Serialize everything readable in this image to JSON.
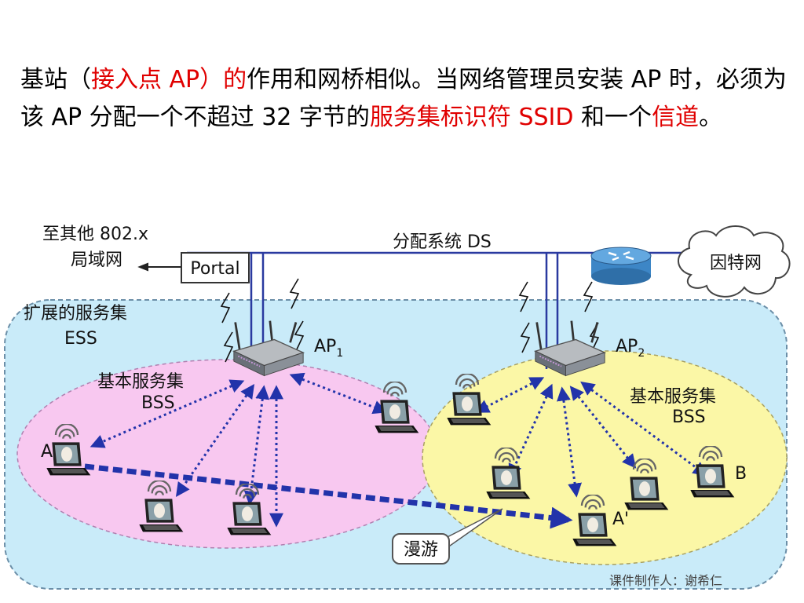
{
  "text": {
    "s1": "基站（",
    "s2": "接入点 AP）的",
    "s3": "作用和网桥相似。当网络管理员安装 AP 时，必须为该 AP 分配一个不超过 32 字节的",
    "s4": "服务集标识符 SSID",
    "s5": " 和一个",
    "s6": "信道",
    "s7": "。"
  },
  "diagram": {
    "lan_label_1": "至其他 802.x",
    "lan_label_2": "局域网",
    "portal": "Portal",
    "ds": "分配系统 DS",
    "internet": "因特网",
    "ess_1": "扩展的服务集",
    "ess_2": "ESS",
    "bss1_1": "基本服务集",
    "bss1_2": "BSS",
    "bss2_1": "基本服务集",
    "bss2_2": "BSS",
    "ap1": "AP",
    "ap1_sub": "1",
    "ap2": "AP",
    "ap2_sub": "2",
    "station_a": "A",
    "station_b": "B",
    "station_a2": "A'",
    "roaming": "漫游"
  },
  "footer": "课件制作人：谢希仁",
  "colors": {
    "highlight": "#e00000",
    "ess_fill": "#c9ebf9",
    "bss1_fill": "#f8c8f0",
    "bss2_fill": "#fbf7a6",
    "arrow": "#2233aa",
    "ds_line": "#2a3aa0"
  },
  "icons": [
    "router-icon",
    "cloud-icon",
    "access-point-icon",
    "laptop-icon",
    "wireless-signal-icon",
    "lightning-icon"
  ]
}
